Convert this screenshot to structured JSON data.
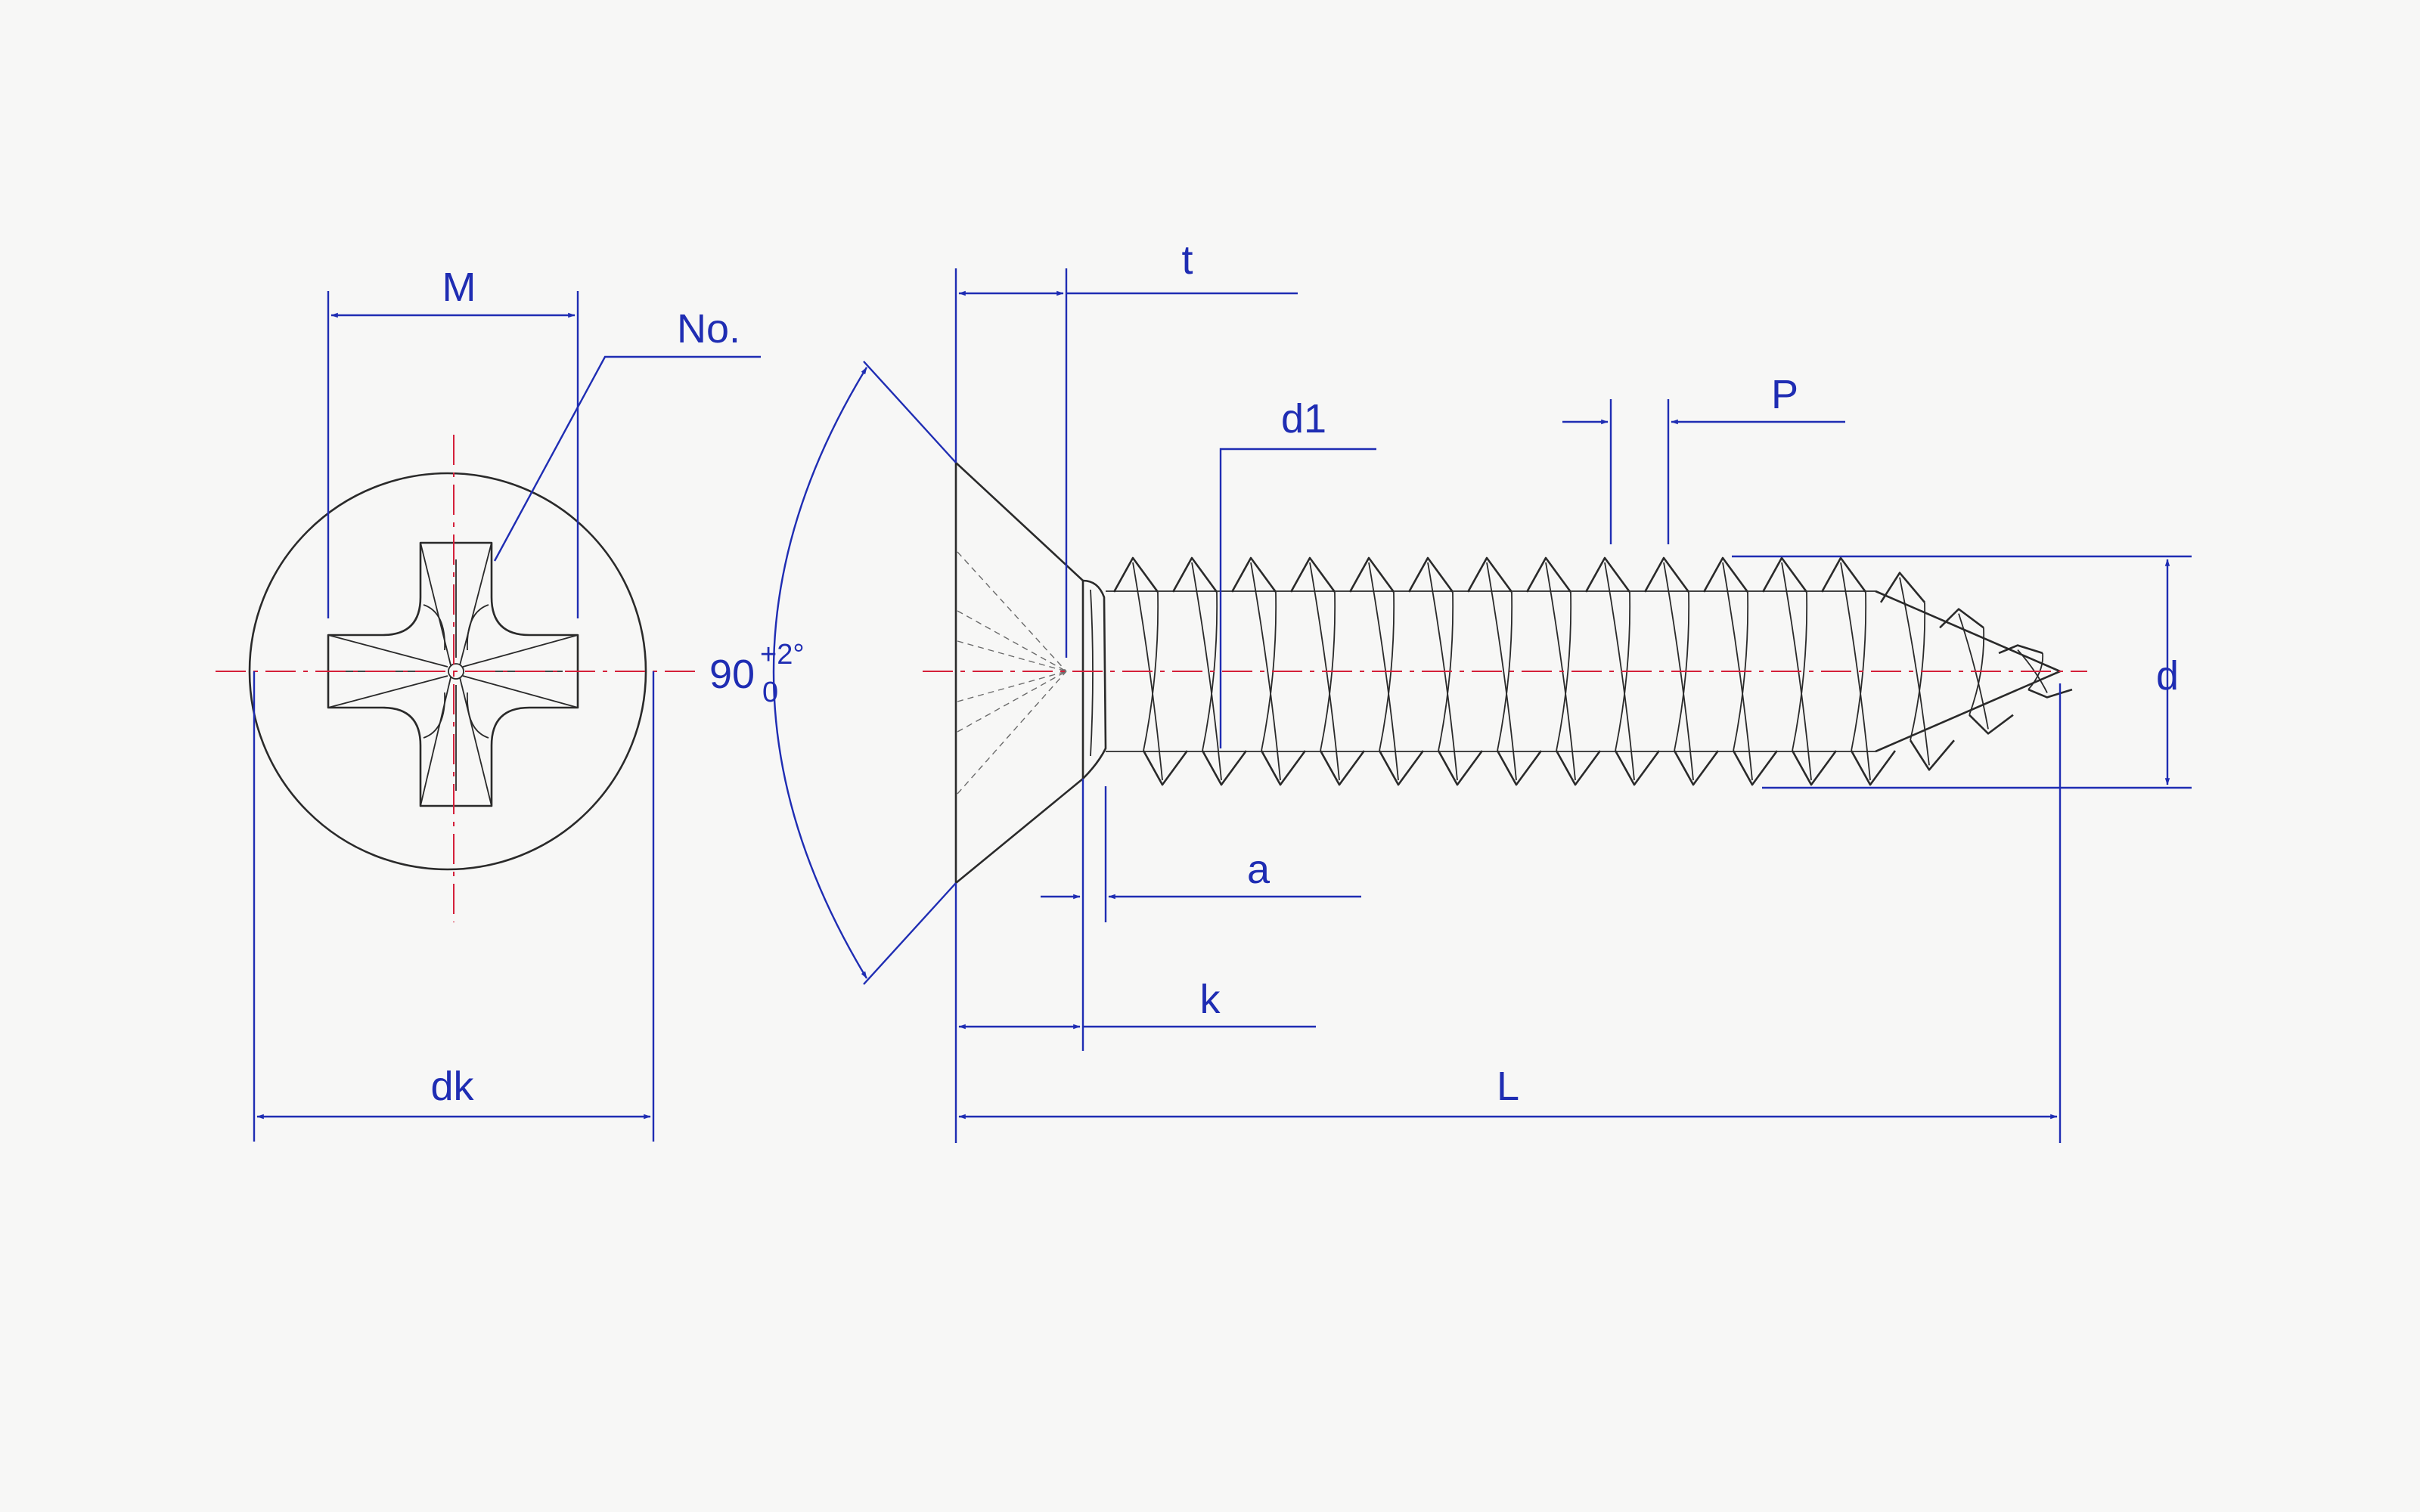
{
  "colors": {
    "dimension": "#1f2db3",
    "centerline": "#d4203a",
    "outline": "#2a2a2a",
    "background": "#f7f7f6"
  },
  "labels": {
    "M": "M",
    "No": "No.",
    "dk": "dk",
    "t": "t",
    "d1": "d1",
    "P": "P",
    "d": "d",
    "a": "a",
    "k": "k",
    "L": "L",
    "angle_value": "90",
    "angle_tol_upper": "+2°",
    "angle_tol_lower": "0"
  }
}
